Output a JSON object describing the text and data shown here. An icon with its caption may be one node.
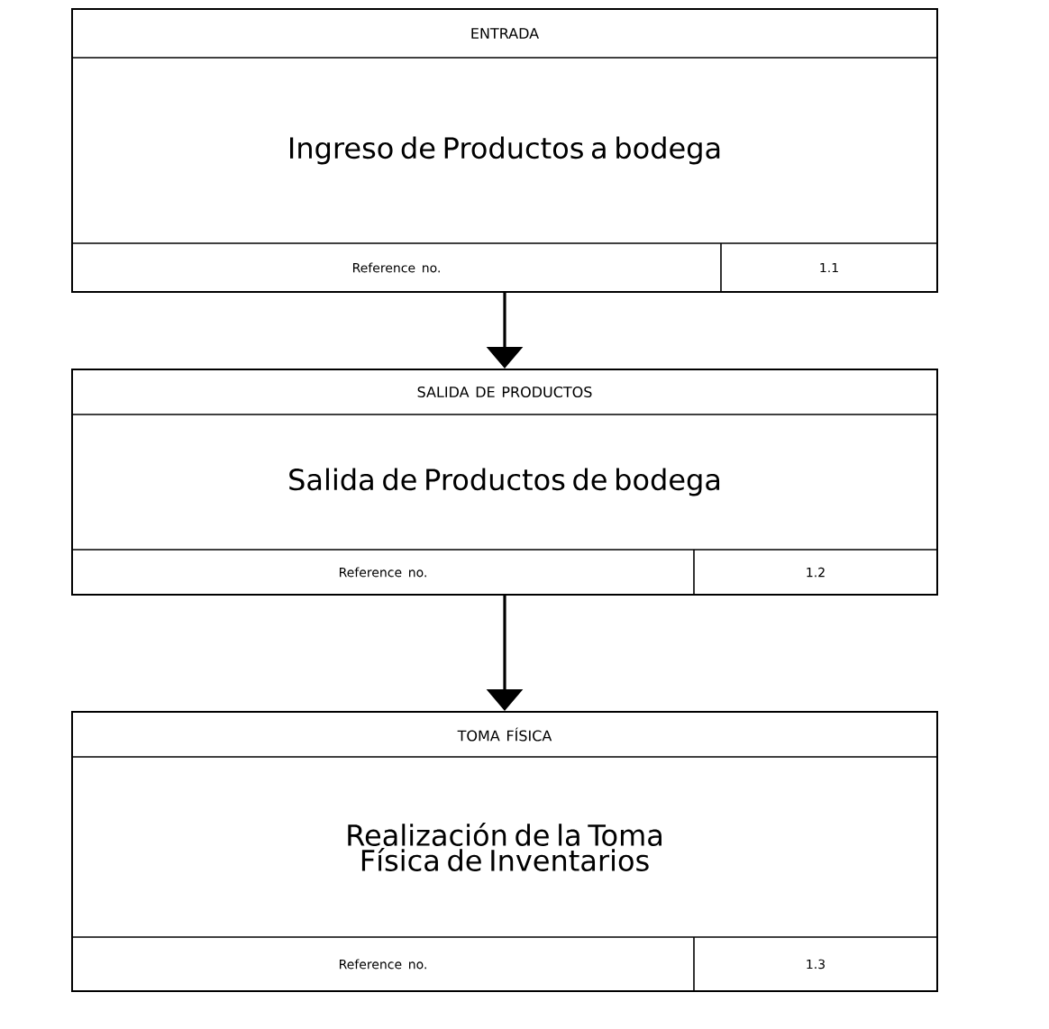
{
  "diagram": {
    "nodes": [
      {
        "text": [
          "ENTRADA",
          "Ingreso de Productos a bodega",
          "Reference no.",
          "1.1"
        ]
      },
      {
        "text": [
          "SALIDA DE PRODUCTOS",
          "Salida de Productos de bodega",
          "Reference no.",
          "1.2"
        ]
      },
      {
        "text": [
          "TOMA FÍSICA",
          "Realización de la Toma Física de Inventarios",
          "Reference no.",
          "1.3"
        ]
      }
    ],
    "edges": [
      {
        "from": 0,
        "to": 1,
        "arrow": "to"
      },
      {
        "from": 1,
        "to": 2,
        "arrow": "to"
      }
    ]
  }
}
